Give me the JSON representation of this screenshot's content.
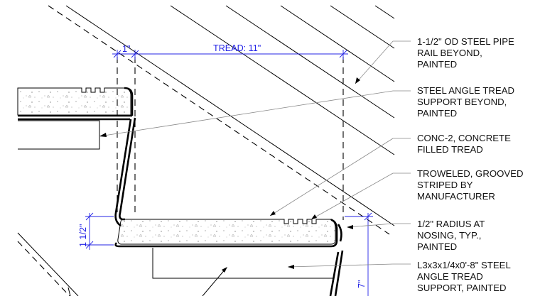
{
  "dimensions": {
    "nosing": "1\"",
    "tread": "TREAD: 11\"",
    "tread_thickness": "1 1/2\"",
    "riser": "7\""
  },
  "notes": [
    {
      "lines": [
        "1-1/2\" OD STEEL PIPE",
        "RAIL BEYOND,",
        "PAINTED"
      ]
    },
    {
      "lines": [
        "STEEL ANGLE TREAD",
        "SUPPORT BEYOND,",
        "PAINTED"
      ]
    },
    {
      "lines": [
        "CONC-2, CONCRETE",
        "FILLED TREAD"
      ]
    },
    {
      "lines": [
        "TROWELED, GROOVED",
        "STRIPED BY",
        "MANUFACTURER"
      ]
    },
    {
      "lines": [
        "1/2\" RADIUS AT",
        "NOSING, TYP.,",
        "PAINTED"
      ]
    },
    {
      "lines": [
        "L3x3x1/4x0'-8\" STEEL",
        "ANGLE TREAD",
        "SUPPORT, PAINTED"
      ]
    }
  ],
  "colors": {
    "linework": "#000000",
    "dimension": "#2323e6",
    "leader": "#888888"
  }
}
